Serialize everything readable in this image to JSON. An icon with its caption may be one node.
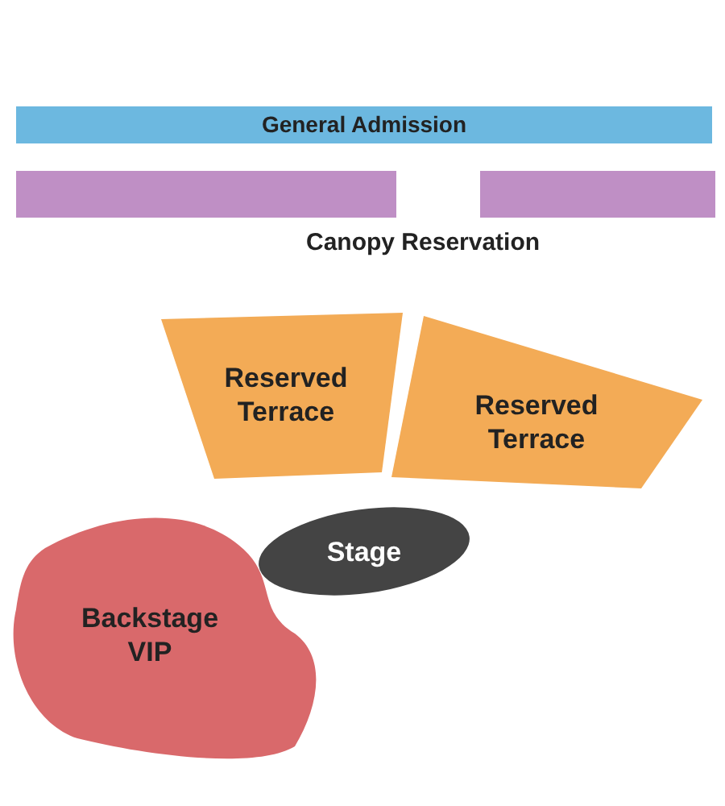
{
  "diagram": {
    "nodes": [
      {
        "text": [
          "General Admission"
        ]
      },
      {
        "text": [],
        "shape": "bar"
      },
      {
        "text": [],
        "shape": "bar"
      },
      {
        "text": [
          "Reserved Terrace"
        ]
      },
      {
        "text": [
          "Reserved Terrace"
        ]
      },
      {
        "text": [
          "Stage"
        ]
      },
      {
        "text": [
          "Backstage VIP"
        ]
      }
    ],
    "labels": [
      "Canopy Reservation"
    ]
  }
}
